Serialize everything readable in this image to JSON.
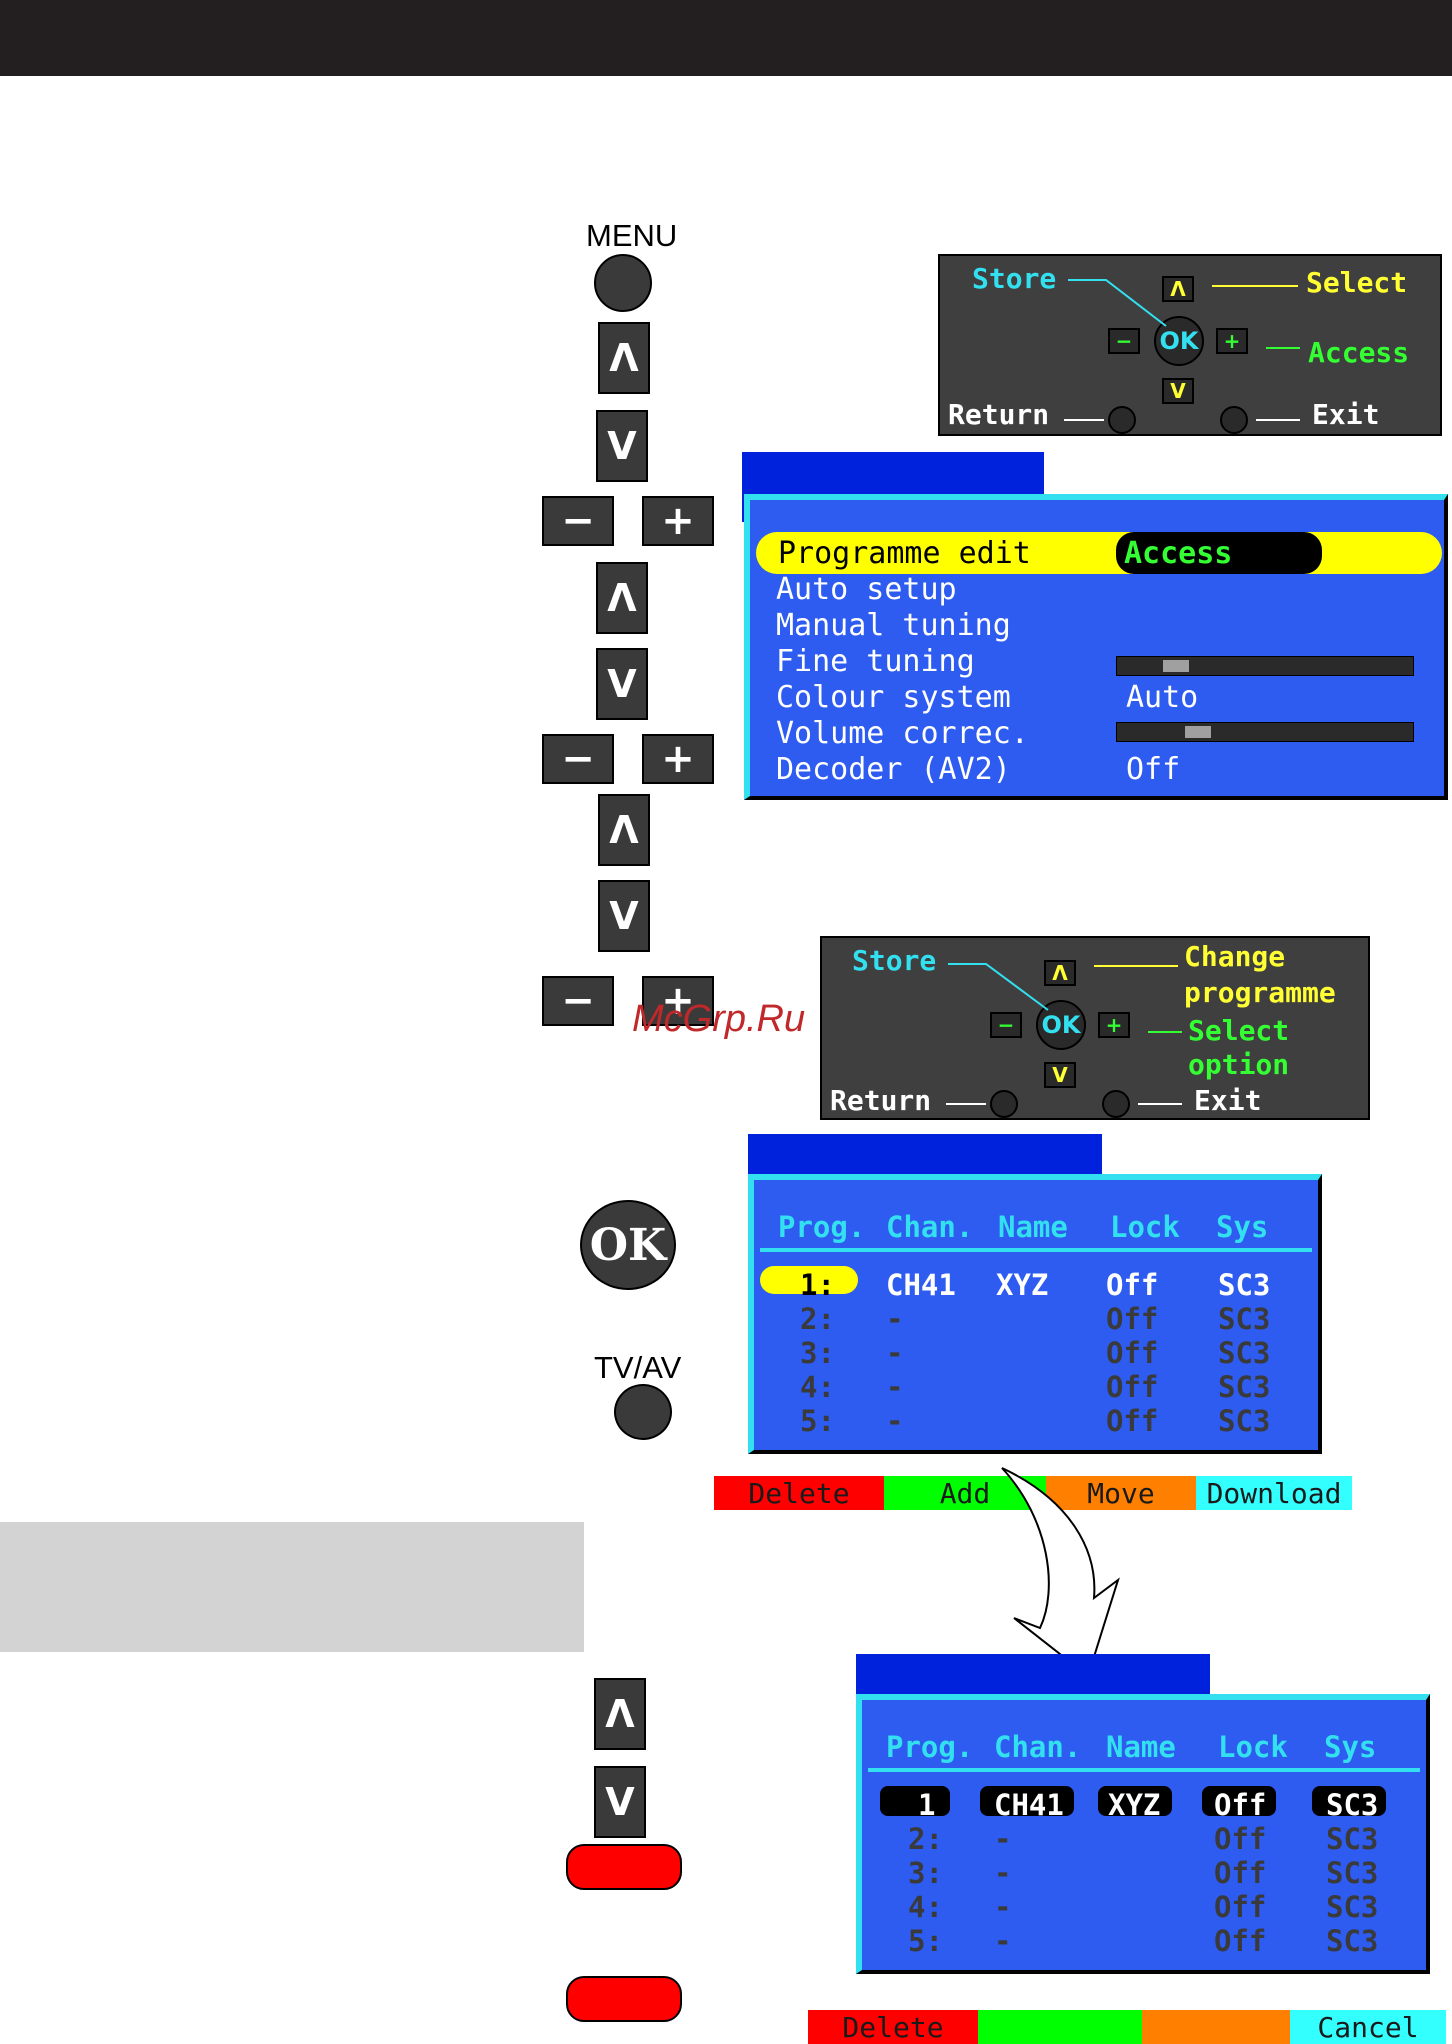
{
  "remote": {
    "menu_label": "MENU",
    "tvav_label": "TV/AV",
    "ok_label": "OK",
    "up_glyph": "Λ",
    "down_glyph": "V",
    "minus_glyph": "−",
    "plus_glyph": "+"
  },
  "help1": {
    "store": "Store",
    "select": "Select",
    "access": "Access",
    "return": "Return",
    "exit": "Exit",
    "ok": "OK",
    "up": "Λ",
    "down": "V",
    "minus": "−",
    "plus": "+"
  },
  "tuning_menu": {
    "items": [
      {
        "label": "Programme edit",
        "value": "Access"
      },
      {
        "label": "Auto setup",
        "value": ""
      },
      {
        "label": "Manual tuning",
        "value": ""
      },
      {
        "label": "Fine tuning",
        "value": "",
        "slider": 0.17
      },
      {
        "label": "Colour system",
        "value": "Auto"
      },
      {
        "label": "Volume correc.",
        "value": "",
        "slider": 0.25
      },
      {
        "label": "Decoder (AV2)",
        "value": "Off"
      }
    ]
  },
  "help2": {
    "store": "Store",
    "change1": "Change",
    "change2": "programme",
    "select1": "Select",
    "select2": "option",
    "return": "Return",
    "exit": "Exit",
    "ok": "OK",
    "up": "Λ",
    "down": "V",
    "minus": "−",
    "plus": "+"
  },
  "watermark": "McGrp.Ru",
  "prog_table_1": {
    "headers": [
      "Prog.",
      "Chan.",
      "Name",
      "Lock",
      "Sys"
    ],
    "rows": [
      [
        "1:",
        "CH41",
        "XYZ",
        "Off",
        "SC3"
      ],
      [
        "2:",
        "-",
        "",
        "Off",
        "SC3"
      ],
      [
        "3:",
        "-",
        "",
        "Off",
        "SC3"
      ],
      [
        "4:",
        "-",
        "",
        "Off",
        "SC3"
      ],
      [
        "5:",
        "-",
        "",
        "Off",
        "SC3"
      ]
    ],
    "fkeys": [
      "Delete",
      "Add",
      "Move",
      "Download"
    ]
  },
  "prog_table_2": {
    "headers": [
      "Prog.",
      "Chan.",
      "Name",
      "Lock",
      "Sys"
    ],
    "rows": [
      [
        "1",
        "CH41",
        "XYZ",
        "Off",
        "SC3"
      ],
      [
        "2:",
        "-",
        "",
        "Off",
        "SC3"
      ],
      [
        "3:",
        "-",
        "",
        "Off",
        "SC3"
      ],
      [
        "4:",
        "-",
        "",
        "Off",
        "SC3"
      ],
      [
        "5:",
        "-",
        "",
        "Off",
        "SC3"
      ]
    ],
    "fkeys": [
      "Delete",
      "",
      "",
      "Cancel"
    ]
  },
  "colors": {
    "menu_bg": "#2e5cf0",
    "tab": "#0022dd",
    "highlight": "#ffff00",
    "red": "#ff0000",
    "green": "#00ff00",
    "orange": "#ff8000",
    "cyan": "#33ffff"
  }
}
